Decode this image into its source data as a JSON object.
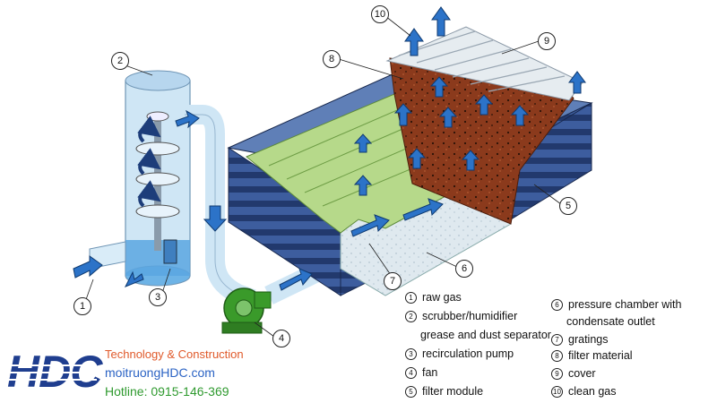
{
  "callouts": [
    "1",
    "2",
    "3",
    "4",
    "5",
    "6",
    "7",
    "8",
    "9",
    "10"
  ],
  "legend": {
    "left": [
      {
        "num": "1",
        "text": "raw gas"
      },
      {
        "num": "2",
        "text": "scrubber/humidifier"
      },
      {
        "num": "",
        "text": "grease and dust separator"
      },
      {
        "num": "3",
        "text": "recirculation pump"
      },
      {
        "num": "4",
        "text": "fan"
      },
      {
        "num": "5",
        "text": "filter module"
      }
    ],
    "right": [
      {
        "num": "6",
        "text": "pressure chamber with"
      },
      {
        "num": "",
        "text": "condensate outlet"
      },
      {
        "num": "7",
        "text": "gratings"
      },
      {
        "num": "8",
        "text": "filter material"
      },
      {
        "num": "9",
        "text": "cover"
      },
      {
        "num": "10",
        "text": "clean gas"
      }
    ]
  },
  "brand": {
    "logo": "HDC",
    "tagline": "Technology & Construction",
    "site": "moitruongHDC.com",
    "hotline": "Hotline: 0915-146-369"
  },
  "colors": {
    "module_blue": "#2d4a86",
    "filter_brown": "#8b3a1c",
    "grating_green": "#b6d98a",
    "gas_arrow": "#2c73c8",
    "fan_green": "#3a9a2a",
    "tank_light": "#cfe6f5"
  }
}
